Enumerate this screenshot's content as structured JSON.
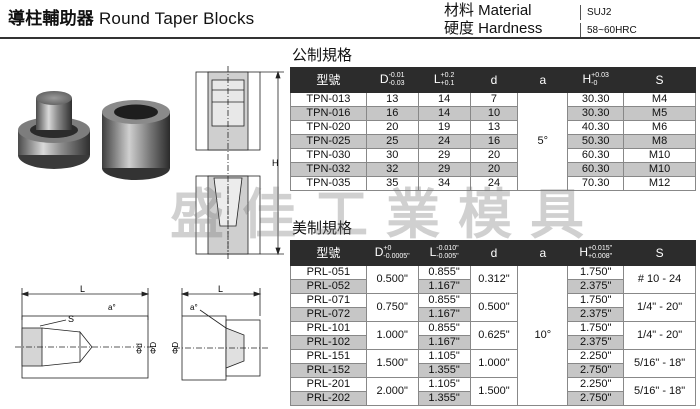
{
  "header": {
    "title_zh": "導柱輔助器",
    "title_en": "Round Taper Blocks",
    "material_label": "材料 Material",
    "material_value": "SUJ2",
    "hardness_label": "硬度 Hardness",
    "hardness_value": "58~60HRC"
  },
  "metric": {
    "section_title": "公制規格",
    "headers": {
      "model": "型號",
      "D": "D",
      "D_up": "-0.01",
      "D_low": "-0.03",
      "L": "L",
      "L_up": "+0.2",
      "L_low": "+0.1",
      "d": "d",
      "a": "a",
      "H": "H",
      "H_up": "+0.03",
      "H_low": "-0",
      "S": "S"
    },
    "angle": "5°",
    "rows": [
      {
        "model": "TPN-013",
        "D": "13",
        "L": "14",
        "d": "7",
        "H": "30.30",
        "S": "M4"
      },
      {
        "model": "TPN-016",
        "D": "16",
        "L": "14",
        "d": "10",
        "H": "30.30",
        "S": "M5"
      },
      {
        "model": "TPN-020",
        "D": "20",
        "L": "19",
        "d": "13",
        "H": "40.30",
        "S": "M6"
      },
      {
        "model": "TPN-025",
        "D": "25",
        "L": "24",
        "d": "16",
        "H": "50.30",
        "S": "M8"
      },
      {
        "model": "TPN-030",
        "D": "30",
        "L": "29",
        "d": "20",
        "H": "60.30",
        "S": "M10"
      },
      {
        "model": "TPN-032",
        "D": "32",
        "L": "29",
        "d": "20",
        "H": "60.30",
        "S": "M10"
      },
      {
        "model": "TPN-035",
        "D": "35",
        "L": "34",
        "d": "24",
        "H": "70.30",
        "S": "M12"
      }
    ]
  },
  "imperial": {
    "section_title": "美制規格",
    "headers": {
      "model": "型號",
      "D": "D",
      "D_up": "+0",
      "D_low": "-0.0005\"",
      "L": "L",
      "L_up": "-0.010\"",
      "L_low": "-0.005\"",
      "d": "d",
      "a": "a",
      "H": "H",
      "H_up": "+0.015\"",
      "H_low": "+0.008\"",
      "S": "S"
    },
    "angle": "10°",
    "groups": [
      {
        "m1": "PRL-051",
        "m2": "PRL-052",
        "D": "0.500\"",
        "L1": "0.855\"",
        "L2": "1.167\"",
        "d": "0.312\"",
        "H1": "1.750\"",
        "H2": "2.375\"",
        "S": "# 10 - 24"
      },
      {
        "m1": "PRL-071",
        "m2": "PRL-072",
        "D": "0.750\"",
        "L1": "0.855\"",
        "L2": "1.167\"",
        "d": "0.500\"",
        "H1": "1.750\"",
        "H2": "2.375\"",
        "S": "1/4\" - 20\""
      },
      {
        "m1": "PRL-101",
        "m2": "PRL-102",
        "D": "1.000\"",
        "L1": "0.855\"",
        "L2": "1.167\"",
        "d": "0.625\"",
        "H1": "1.750\"",
        "H2": "2.375\"",
        "S": "1/4\" - 20\""
      },
      {
        "m1": "PRL-151",
        "m2": "PRL-152",
        "D": "1.500\"",
        "L1": "1.105\"",
        "L2": "1.355\"",
        "d": "1.000\"",
        "H1": "2.250\"",
        "H2": "2.750\"",
        "S": "5/16\" - 18\""
      },
      {
        "m1": "PRL-201",
        "m2": "PRL-202",
        "D": "2.000\"",
        "L1": "1.105\"",
        "L2": "1.355\"",
        "d": "1.500\"",
        "H1": "2.250\"",
        "H2": "2.750\"",
        "S": "5/16\" - 18\""
      }
    ]
  },
  "drawing_labels": {
    "H": "H",
    "L1": "L",
    "L2": "L",
    "S": "S",
    "a1": "a°",
    "a2": "a°",
    "d": "Φd",
    "D1": "ΦD",
    "D2": "ΦD"
  },
  "watermark": "盛佳工業模具",
  "colors": {
    "header_bg": "#2c2c2c",
    "alt_row": "#c6c6c6",
    "line": "#888888"
  }
}
